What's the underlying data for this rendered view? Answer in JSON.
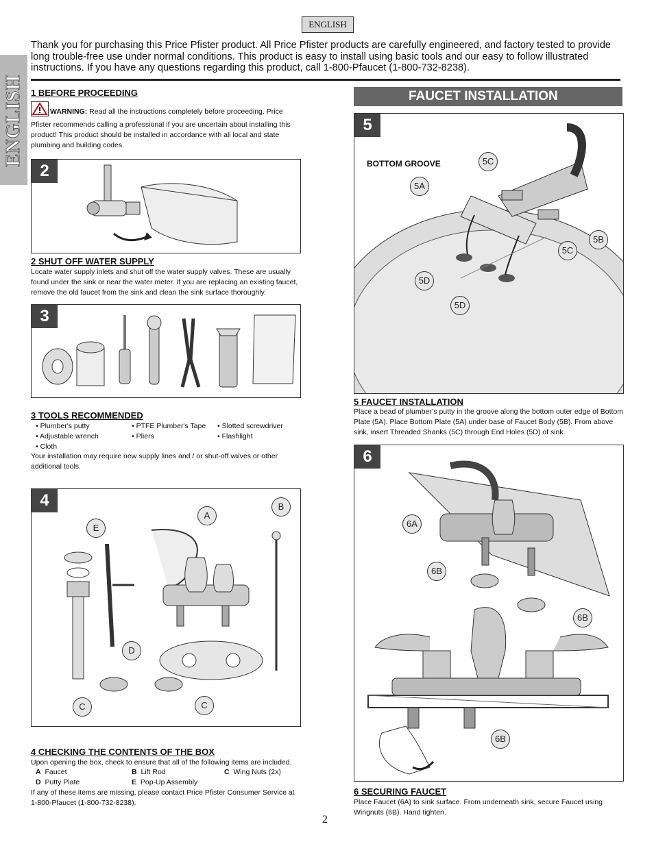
{
  "header": {
    "language": "ENGLISH",
    "side_tab": "ENGLISH",
    "intro": "Thank you for purchasing this Price Pfister product.  All Price Pfister products are carefully engineered, and factory tested to provide long trouble-free use under normal conditions.  This product is easy to install using basic tools and our easy to follow illustrated instructions.  If you have any questions regarding this product, call 1-800-Pfaucet (1-800-732-8238)."
  },
  "section1": {
    "heading": "1   BEFORE PROCEEDING",
    "warning_label": "WARNING:",
    "warning_text": " Read all the instructions completely before proceeding. Price Pfister recommends calling a professional if you are uncertain about installing this product! This product should be installed in accordance with all local and state plumbing and building codes."
  },
  "figure2": {
    "number": "2"
  },
  "section2": {
    "heading": "2   SHUT OFF WATER SUPPLY",
    "text": "Locate water supply inlets and shut off the water supply valves.  These are usually found under the sink or near the water meter.  If you are replacing an existing faucet, remove the old faucet from the sink and clean the sink surface thoroughly."
  },
  "figure3": {
    "number": "3"
  },
  "section3": {
    "heading": "3   TOOLS RECOMMENDED",
    "tools": [
      "• Plumber's putty",
      "• PTFE Plumber's Tape",
      "• Slotted screwdriver",
      "• Adjustable wrench",
      "• Pliers",
      "• Flashlight",
      "• Cloth"
    ],
    "note": "Your installation may require new supply lines and / or shut-off valves or other additional tools."
  },
  "figure4": {
    "number": "4",
    "callouts": {
      "A": "A",
      "B": "B",
      "C1": "C",
      "C2": "C",
      "D": "D",
      "E": "E"
    }
  },
  "section4": {
    "heading": "4  CHECKING THE CONTENTS OF THE BOX",
    "intro": "Upon opening the box, check to ensure that all of the following items are included.",
    "items": [
      {
        "letter": "A",
        "label": "Faucet"
      },
      {
        "letter": "B",
        "label": "Lift Rod"
      },
      {
        "letter": "C",
        "label": "Wing Nuts (2x)"
      },
      {
        "letter": "D",
        "label": "Putty Plate"
      },
      {
        "letter": "E",
        "label": "Pop-Up Assembly"
      }
    ],
    "note": "If any of these items are missing, please contact Price Pfister Consumer Service at 1-800-Pfaucet (1-800-732-8238)."
  },
  "banner": "FAUCET INSTALLATION",
  "figure5": {
    "number": "5",
    "label": "BOTTOM GROOVE",
    "callouts": {
      "a": "5A",
      "b": "5B",
      "c1": "5C",
      "c2": "5C",
      "d1": "5D",
      "d2": "5D"
    }
  },
  "section5": {
    "heading": "5  FAUCET INSTALLATION",
    "text": "Place a bead of plumber’s putty in the groove along the bottom outer edge of Bottom Plate (5A).  Place Bottom Plate (5A) under base of Faucet Body (5B).  From above sink, insert Threaded Shanks (5C) through End Holes (5D) of sink."
  },
  "figure6": {
    "number": "6",
    "callouts": {
      "a": "6A",
      "b1": "6B",
      "b2": "6B",
      "b3": "6B"
    }
  },
  "section6": {
    "heading": "6  SECURING FAUCET",
    "text": "Place Faucet (6A) to sink surface. From underneath sink, secure Faucet using Wingnuts (6B).  Hand tighten."
  },
  "page_number": "2"
}
